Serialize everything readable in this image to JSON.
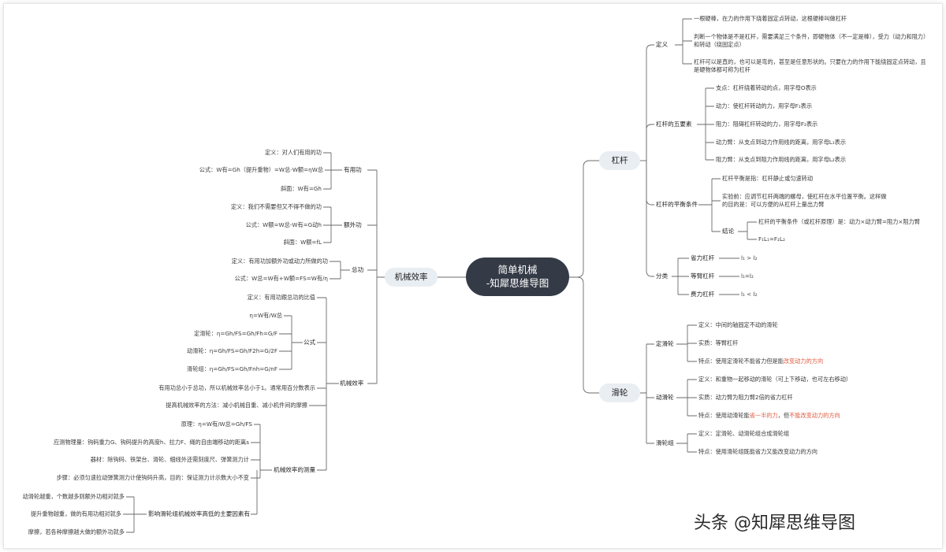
{
  "root": {
    "line1": "简单机械",
    "line2": "-知犀思维导图"
  },
  "watermark": "头条 @知犀思维导图",
  "lever": {
    "title": "杠杆",
    "definition": {
      "label": "定义",
      "items": [
        "一根硬棒，在力的作用下绕着固定点转动，这根硬棒叫做杠杆",
        "判断一个物体是不是杠杆，需要满足三个条件，即硬物体（不一定是棒），受力（动力和阻力）和转动（绕固定点）",
        "杠杆可以是直的，也可以是弯的，甚至是任意形状的。只要在力的作用下能绕固定点转动，且是硬物体都可称为杠杆"
      ]
    },
    "five_elements": {
      "label": "杠杆的五要素",
      "items": [
        "支点：杠杆绕着转动的点，用字母O表示",
        "动力：使杠杆转动的力，用字母F₁表示",
        "阻力：阻碍杠杆转动的力，用字母F₂表示",
        "动力臂：从支点到动力作用线的距离，用字母L₁表示",
        "阻力臂：从支点到阻力作用线的距离，用字母L₂表示"
      ]
    },
    "balance": {
      "label": "杠杆的平衡条件",
      "item1": "杠杆平衡是指：杠杆静止或匀速转动",
      "item2": "实验前：应调节杠杆两端的螺母，使杠杆在水平位置平衡。这样做的目的是：可以方便的从杠杆上量出力臂",
      "conclusion": {
        "label": "结论",
        "items": [
          "杠杆的平衡条件（或杠杆原理）是：动力×动力臂=阻力×阻力臂",
          "F₁L₁=F₂L₂"
        ]
      }
    },
    "classification": {
      "label": "分类",
      "items": [
        {
          "label": "省力杠杆",
          "value": "l₁ > l₂"
        },
        {
          "label": "等臂杠杆",
          "value": "l₁=l₂"
        },
        {
          "label": "费力杠杆",
          "value": "l₁ < l₂"
        }
      ]
    }
  },
  "pulley": {
    "title": "滑轮",
    "fixed": {
      "label": "定滑轮",
      "items": [
        "定义：中间的轴固定不动的滑轮",
        "实质：等臂杠杆"
      ],
      "feature_prefix": "特点：使用定滑轮不能省力但是能",
      "feature_red": "改变动力的方向"
    },
    "movable": {
      "label": "动滑轮",
      "items": [
        "定义：和重物一起移动的滑轮（可上下移动，也可左右移动）",
        "实质：动力臂为阻力臂2倍的省力杠杆"
      ],
      "feature_prefix": "特点：使用动滑轮能",
      "feature_red1": "省一半的力",
      "feature_mid": "，但",
      "feature_red2": "不能改变动力的方向"
    },
    "block": {
      "label": "滑轮组",
      "items": [
        "定义：定滑轮、动滑轮组合成滑轮组",
        "特点：使用滑轮组既能省力又能改变动力的方向"
      ]
    }
  },
  "efficiency": {
    "title": "机械效率",
    "useful": {
      "label": "有用功",
      "items": [
        "定义：对人们有用的功",
        "公式：W有=Gh（提升重物）=W总-W额=ηW总",
        "斜面：W有=Gh"
      ]
    },
    "extra": {
      "label": "额外功",
      "items": [
        "定义：我们不需要但又不得不做的功",
        "公式：W额=W总-W有=G动h",
        "斜面：W额=fL"
      ]
    },
    "total": {
      "label": "总功",
      "items": [
        "定义：有用功加额外功或动力所做的功",
        "公式：W总=W有+W额=FS=W有/η"
      ]
    },
    "mech": {
      "label": "机械效率",
      "definition": "定义：有用功跟总功的比值",
      "formula": {
        "label": "公式",
        "items": [
          "η=W有/W总",
          "定滑轮：η=Gh/FS=Gh/Fh=G/F",
          "动滑轮：η=Gh/FS=Gh/F2h=G/2F",
          "滑轮组：η=Gh/FS=Gh/Fnh=G/nF"
        ]
      },
      "note1": "有用功总小于总功，所以机械效率总小于1。通常用百分数表示",
      "note2": "提高机械效率的方法：减小机械自重、减小机件间的摩擦",
      "measure": {
        "label": "机械效率的测量",
        "items": [
          "原理：η=W有/W总=Gh/FS",
          "应测物理量：钩码重力G、钩码提升的高度h、拉力F、绳的自由端移动的距离s",
          "器材：除钩码、铁架台、滑轮、细线外还需刻度尺、弹簧测力计",
          "步骤：必须匀速拉动弹簧测力计使钩码升高，目的：保证测力计示数大小不变"
        ]
      },
      "factors": {
        "label": "影响滑轮组机械效率高低的主要因素有",
        "items": [
          "动滑轮越重，个数越多则额外功相对就多",
          "提升重物越重，做的有用功相对就多",
          "摩擦，若各种摩擦越大做的额外功就多"
        ]
      }
    }
  }
}
